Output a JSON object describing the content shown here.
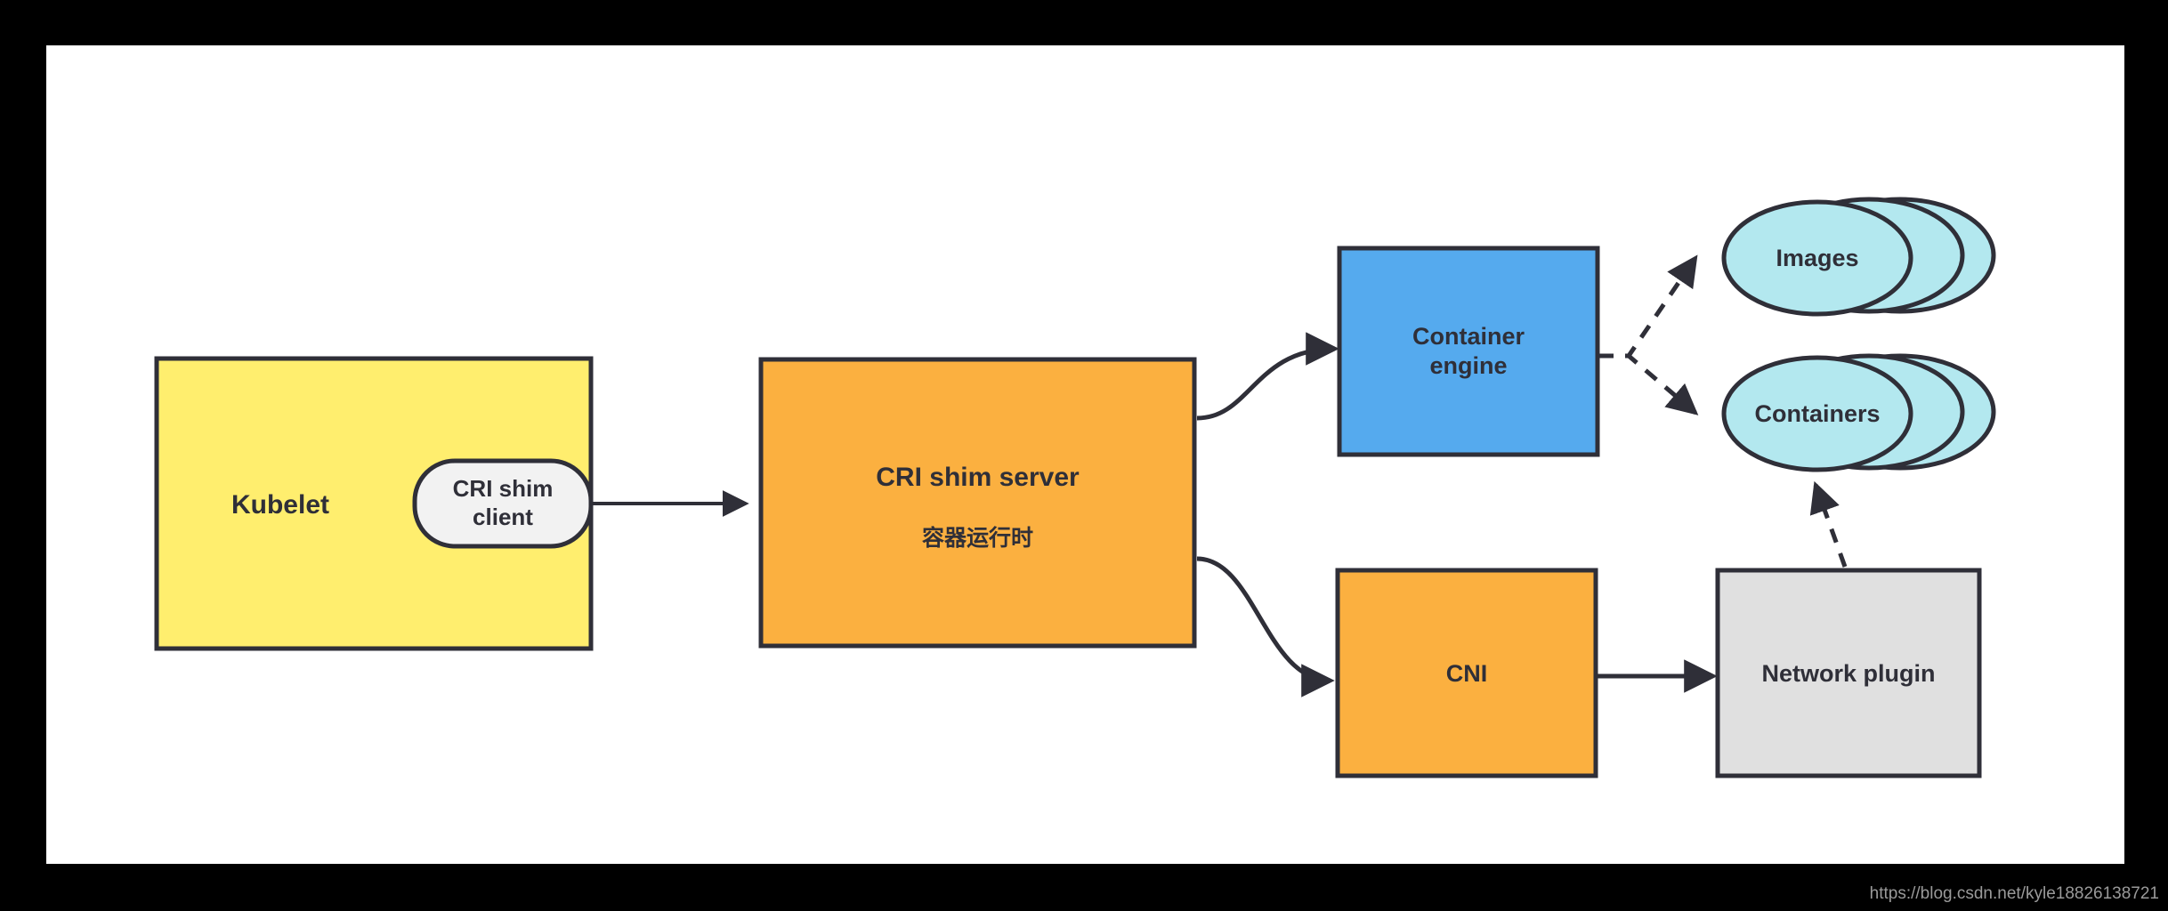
{
  "canvas": {
    "background": "#ffffff",
    "frame_color": "#000000"
  },
  "colors": {
    "kubelet_fill": "#ffee6e",
    "shim_client_fill": "#f2f2f2",
    "cri_server_fill": "#fbb040",
    "container_engine_fill": "#55aaee",
    "cni_fill": "#fbb040",
    "network_plugin_fill": "#e0e0e0",
    "ellipse_fill": "#b3e8ef",
    "stroke": "#2f2f38",
    "text": "#2f2f38"
  },
  "nodes": {
    "kubelet": {
      "label": "Kubelet",
      "shape": "rect"
    },
    "cri_shim_client": {
      "label_line1": "CRI shim",
      "label_line2": "client",
      "shape": "rounded-rect"
    },
    "cri_shim_server": {
      "label": "CRI shim server",
      "sublabel": "容器运行时",
      "shape": "rect"
    },
    "container_engine": {
      "label_line1": "Container",
      "label_line2": "engine",
      "shape": "rect"
    },
    "images": {
      "label": "Images",
      "shape": "stacked-ellipse",
      "stack_count": 3
    },
    "containers": {
      "label": "Containers",
      "shape": "stacked-ellipse",
      "stack_count": 3
    },
    "cni": {
      "label": "CNI",
      "shape": "rect"
    },
    "network_plugin": {
      "label": "Network plugin",
      "shape": "rect"
    }
  },
  "edges": [
    {
      "from": "cri_shim_client",
      "to": "cri_shim_server",
      "style": "solid",
      "arrow": "end"
    },
    {
      "from": "cri_shim_server",
      "to": "container_engine",
      "style": "solid-curved",
      "arrow": "end"
    },
    {
      "from": "cri_shim_server",
      "to": "cni",
      "style": "solid-curved",
      "arrow": "end"
    },
    {
      "from": "container_engine",
      "to": "images",
      "style": "dashed",
      "arrow": "end"
    },
    {
      "from": "container_engine",
      "to": "containers",
      "style": "dashed",
      "arrow": "end"
    },
    {
      "from": "cni",
      "to": "network_plugin",
      "style": "solid",
      "arrow": "end"
    },
    {
      "from": "network_plugin",
      "to": "containers",
      "style": "dashed",
      "arrow": "end"
    }
  ],
  "watermark": {
    "text": "https://blog.csdn.net/kyle18826138721"
  }
}
